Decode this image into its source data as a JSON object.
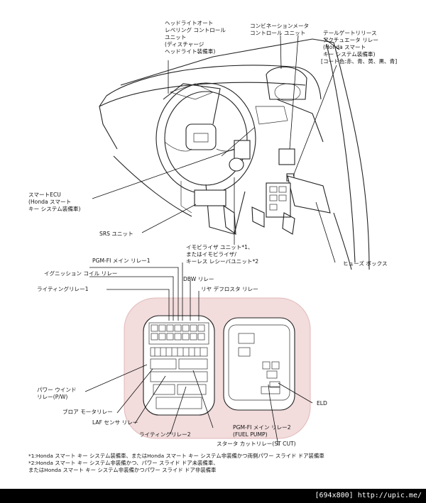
{
  "labels": {
    "headlight_1": "ヘッドライトオート",
    "headlight_2": "レベリング コントロール",
    "headlight_3": "ユニット",
    "headlight_4": "(ディスチャージ",
    "headlight_5": "ヘッドライト装備車)",
    "meter_1": "コンビネーションメータ",
    "meter_2": "コントロール ユニット",
    "tailgate_1": "テールゲートリリース",
    "tailgate_2": "アクチュエータ リレー",
    "tailgate_3": "(Honda スマート",
    "tailgate_4": "キー システム装備車)",
    "tailgate_5": "[コード色:赤、青、黄、黒、青]",
    "smart_ecu_1": "スマートECU",
    "smart_ecu_2": "(Honda スマート",
    "smart_ecu_3": "キー システム装備車)",
    "srs_unit": "SRS ユニット",
    "immobilizer_1": "イモビライザ ユニット*1、",
    "immobilizer_2": "またはイモビライザ/",
    "immobilizer_3": "キーレス レシーバユニット*2",
    "fuse_box": "ヒューズ ボックス",
    "pgm_fi_main_1": "PGM-FI メイン リレー1",
    "ignition_coil": "イグニッション コイル リレー",
    "dbw_relay": "DBW リレー",
    "rear_defroster": "リヤ デフロスタ リレー",
    "lighting_1": "ライティングリレー1",
    "power_window_1": "パワー ウインド",
    "power_window_2": "リレー(P/W)",
    "blower_motor": "ブロア モータリレー",
    "laf_sensor": "LAF センサ リレー",
    "lighting_2": "ライティングリレー2",
    "pgm_fi_main_2a": "PGM-FI メイン リレー2",
    "pgm_fi_main_2b": "(FUEL PUMP)",
    "starter_cut": "スタータ カットリレー(ST CUT)",
    "eld": "ELD"
  },
  "notes": {
    "line1": "*1:Honda スマート キー システム装備車、またはHonda スマート キー システム非装備かつ両側パワー スライド ドア装備車",
    "line2": "*2:Honda スマート キー システム非装備かつ、パワー スライド ドア未装備車、",
    "line3": "またはHonda スマート キー システム非装備かつパワー スライド ドア非装備車"
  },
  "footer": "[694x800] http://upic.me/",
  "colors": {
    "highlight_fill": "#f2dcdc",
    "highlight_stroke": "#e3b9b9",
    "line": "#111111"
  }
}
